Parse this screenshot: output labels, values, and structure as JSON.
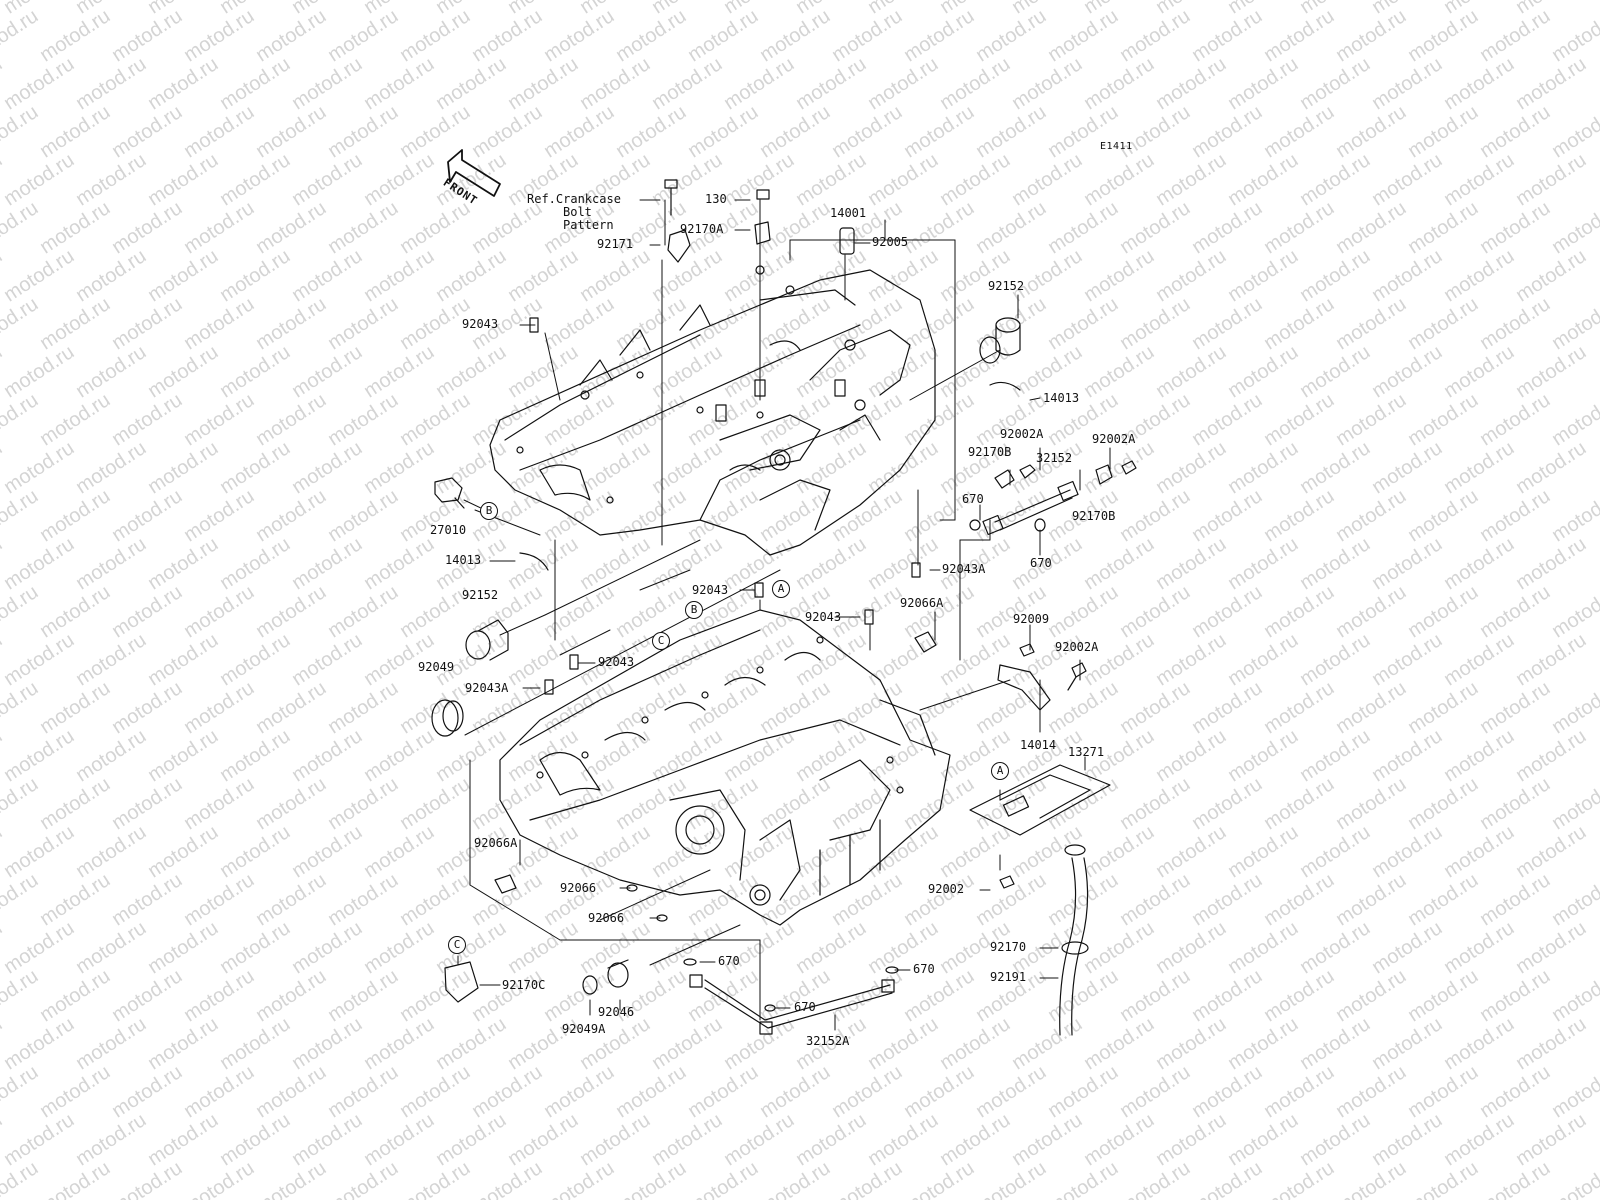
{
  "watermark": {
    "text": "motod.ru",
    "color": "#d4d4d4"
  },
  "figure_code": "E1411",
  "front_label": "FRONT",
  "ref_note": {
    "line1": "Ref.Crankcase",
    "line2": "Bolt",
    "line3": "Pattern"
  },
  "part_labels": {
    "p130": "130",
    "p92170A": "92170A",
    "p92171": "92171",
    "p14001": "14001",
    "p92005": "92005",
    "p92152_top": "92152",
    "p92043_top": "92043",
    "p14013_right": "14013",
    "p92002A_1": "92002A",
    "p92002A_2": "92002A",
    "p92170B_1": "92170B",
    "p32152": "32152",
    "p670_1": "670",
    "p92170B_2": "92170B",
    "p670_2": "670",
    "p27010": "27010",
    "p14013_left": "14013",
    "p92043A_1": "92043A",
    "p92043_mid": "92043",
    "p92152_left": "92152",
    "p92043_mid2": "92043",
    "p92066A_top": "92066A",
    "p92009": "92009",
    "p92002A_3": "92002A",
    "p92049": "92049",
    "p92043_low": "92043",
    "p92043A_2": "92043A",
    "p14014": "14014",
    "p13271": "13271",
    "p92066A_low": "92066A",
    "p92066_1": "92066",
    "p92002": "92002",
    "p92066_2": "92066",
    "p92170": "92170",
    "p670_3": "670",
    "p670_4": "670",
    "p92191": "92191",
    "p92170C": "92170C",
    "p670_5": "670",
    "p92046": "92046",
    "p92049A": "92049A",
    "p32152A": "32152A"
  },
  "callouts": {
    "A_upper": "A",
    "A_right": "A",
    "B_left": "B",
    "B_lower": "B",
    "C_lower": "C",
    "C_left": "C"
  }
}
